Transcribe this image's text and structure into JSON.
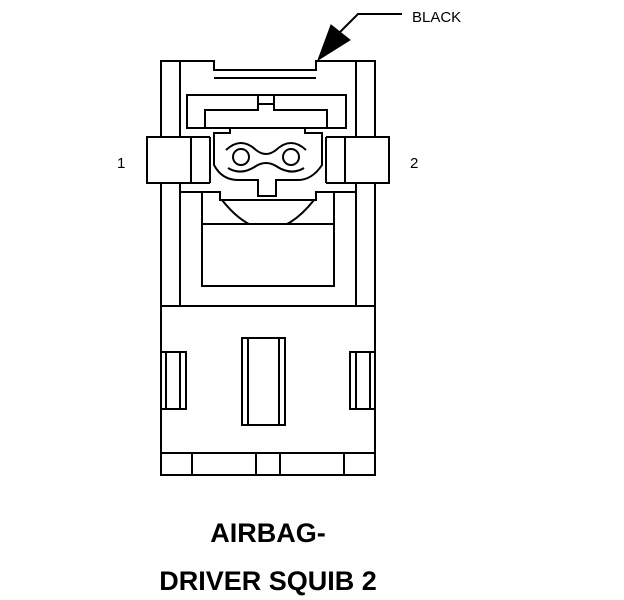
{
  "callout": {
    "color_label": "BLACK"
  },
  "pins": {
    "left": "1",
    "right": "2"
  },
  "title": {
    "line1": "AIRBAG-",
    "line2": "DRIVER SQUIB 2"
  }
}
